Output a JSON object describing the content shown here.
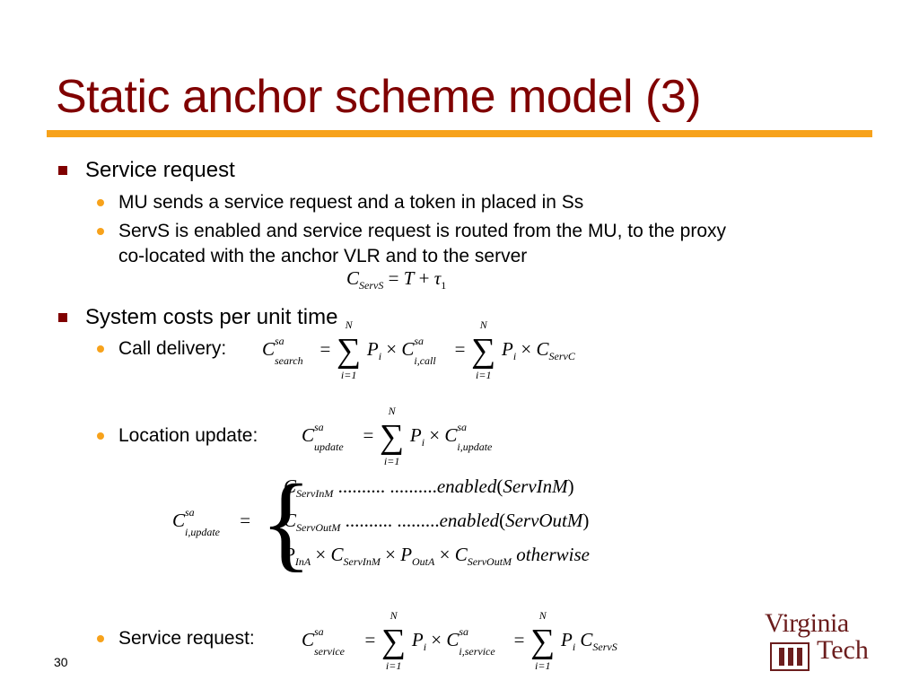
{
  "slide": {
    "title": "Static anchor scheme model (3)",
    "page_number": "30",
    "accent_color": "#f7a21b",
    "title_color": "#800000"
  },
  "bullets": {
    "service_request": {
      "label": "Service request",
      "sub1": "MU sends a service request and a token in placed in Ss",
      "sub2_line1": "ServS is enabled and service request is routed from the MU, to the proxy",
      "sub2_line2": "co-located with the anchor VLR and to the server"
    },
    "system_costs": {
      "label": "System costs per unit time",
      "call_delivery": "Call delivery:",
      "location_update": "Location update:",
      "service_request": "Service request:"
    }
  },
  "equations": {
    "c_servs": "C_ServS = T + τ_1",
    "call_delivery": "C^sa_search = Σ_{i=1}^{N} P_i × C^sa_{i,call} = Σ_{i=1}^{N} P_i × C_ServC",
    "location_update": "C^sa_update = Σ_{i=1}^{N} P_i × C^sa_{i,update}",
    "piecewise_case1": "C_ServInM .......... ..........enabled(ServInM)",
    "piecewise_case2": "C_ServOutM .......... .........enabled(ServOutM)",
    "piecewise_case3": "P_InA × C_ServInM × P_OutA × C_ServOutM otherwise",
    "service_request": "C^sa_service = Σ_{i=1}^{N} P_i × C^sa_{i,service} = Σ_{i=1}^{N} P_i C_ServS"
  },
  "logo": {
    "word1": "Virginia",
    "word2": "Tech"
  }
}
